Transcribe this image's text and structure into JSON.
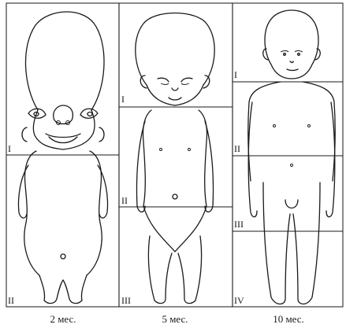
{
  "panels": [
    {
      "caption": "2 мес.",
      "divisions": [
        "I",
        "II"
      ]
    },
    {
      "caption": "5 мес.",
      "divisions": [
        "I",
        "II",
        "III"
      ]
    },
    {
      "caption": "10 мес.",
      "divisions": [
        "I",
        "II",
        "III",
        "IV"
      ]
    }
  ]
}
